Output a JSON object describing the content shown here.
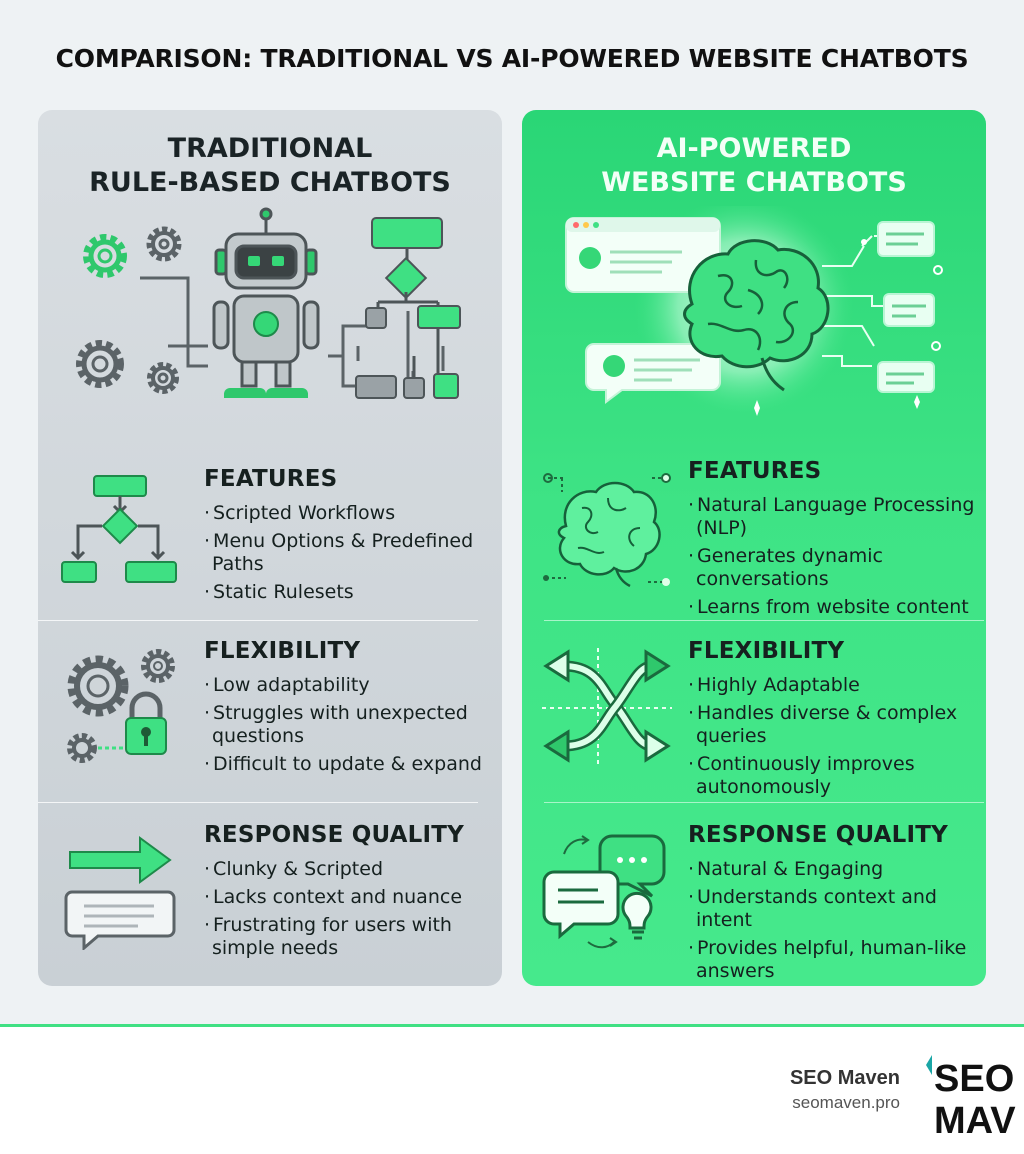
{
  "title": "COMPARISON: TRADITIONAL VS AI-POWERED WEBSITE CHATBOTS",
  "left": {
    "heading_line1": "TRADITIONAL",
    "heading_line2": "RULE-BASED CHATBOTS",
    "sections": [
      {
        "title": "FEATURES",
        "items": [
          "Scripted Workflows",
          "Menu Options & Predefined Paths",
          "Static Rulesets"
        ]
      },
      {
        "title": "FLEXIBILITY",
        "items": [
          "Low adaptability",
          "Struggles with unexpected questions",
          "Difficult to update & expand"
        ]
      },
      {
        "title": "RESPONSE QUALITY",
        "items": [
          "Clunky & Scripted",
          "Lacks context and nuance",
          "Frustrating for users with simple needs"
        ]
      }
    ]
  },
  "right": {
    "heading_line1": "AI-POWERED",
    "heading_line2": "WEBSITE CHATBOTS",
    "sections": [
      {
        "title": "FEATURES",
        "items": [
          "Natural Language Processing (NLP)",
          "Generates dynamic conversations",
          "Learns from website content"
        ]
      },
      {
        "title": "FLEXIBILITY",
        "items": [
          "Highly Adaptable",
          "Handles diverse & complex queries",
          "Continuously improves autonomously"
        ]
      },
      {
        "title": "RESPONSE QUALITY",
        "items": [
          "Natural & Engaging",
          "Understands context and intent",
          "Provides helpful, human-like answers"
        ]
      }
    ]
  },
  "footer": {
    "brand_name": "SEO Maven",
    "brand_url": "seomaven.pro",
    "logo_text_top": "SEO",
    "logo_text_bottom": "MAV"
  },
  "colors": {
    "accent_green": "#3fe083",
    "dark_green": "#1e8a4a",
    "grey_panel": "#d3d9dd",
    "icon_grey": "#5b6367"
  },
  "icons": {
    "left_hero": "robot-with-gears-and-flowchart-icon",
    "right_hero": "glowing-brain-with-chat-windows-icon",
    "left_features": "flowchart-icon",
    "left_flexibility": "gears-with-padlock-icon",
    "left_response": "arrow-and-chat-bubble-icon",
    "right_features": "brain-network-icon",
    "right_flexibility": "crossing-arrows-icon",
    "right_response": "chat-bubbles-with-lightbulb-icon"
  }
}
